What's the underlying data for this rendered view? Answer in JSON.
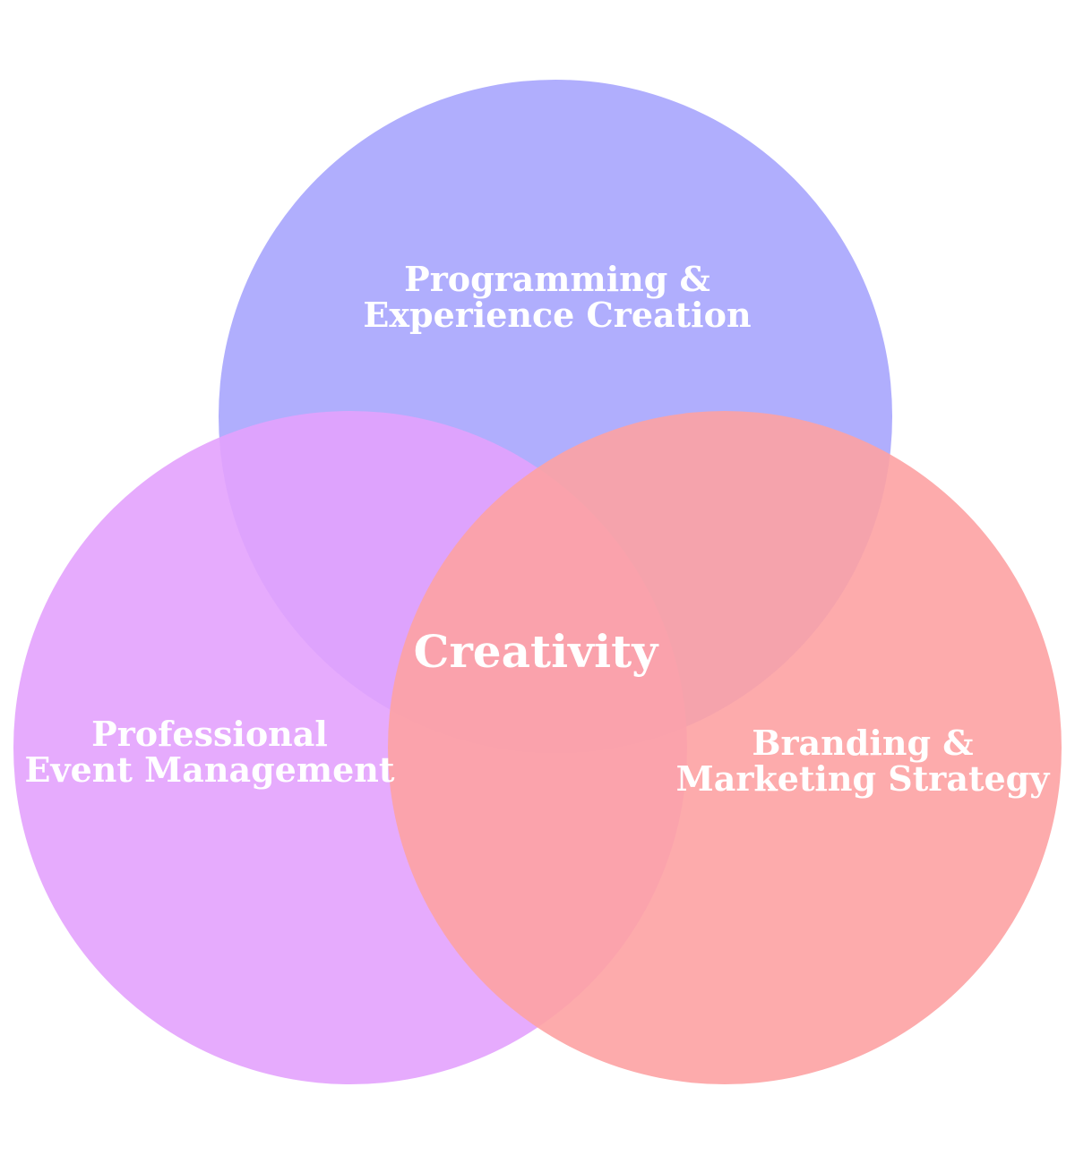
{
  "diagram": {
    "type": "venn",
    "circles": [
      {
        "id": "top",
        "lines": [
          "Programming &",
          "Experience Creation"
        ],
        "color": "#A7A5FD"
      },
      {
        "id": "left",
        "lines": [
          "Professional",
          "Event Management"
        ],
        "color": "#E3A2FD"
      },
      {
        "id": "right",
        "lines": [
          "Branding &",
          "Marketing Strategy"
        ],
        "color": "#FDA2A3"
      }
    ],
    "center_label": "Creativity"
  }
}
